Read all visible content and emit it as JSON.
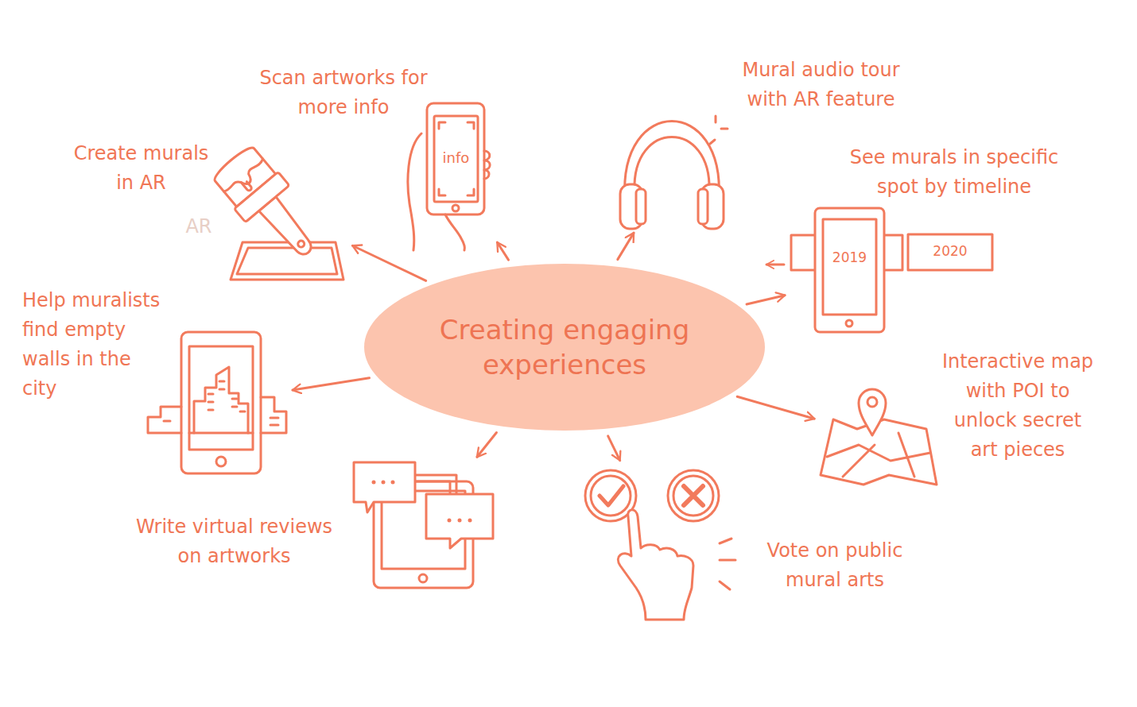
{
  "diagram": {
    "nodes": [
      {
        "text": [
          "Creating engaging experiences"
        ]
      },
      {
        "text": [
          "Create murals in AR"
        ]
      },
      {
        "text": [
          "Scan artworks for more info"
        ]
      },
      {
        "text": [
          "Mural audio tour with AR feature"
        ]
      },
      {
        "text": [
          "See murals in specific spot by timeline"
        ]
      },
      {
        "text": [
          "Help muralists find empty walls in the city"
        ]
      },
      {
        "text": [
          "Interactive map with POI to unlock secret art pieces"
        ]
      },
      {
        "text": [
          "Write virtual reviews on artworks"
        ]
      },
      {
        "text": [
          "Vote on public mural arts"
        ]
      }
    ],
    "edges": [
      {
        "from": 0,
        "to": 1,
        "arrow": "to"
      },
      {
        "from": 0,
        "to": 2,
        "arrow": "to"
      },
      {
        "from": 0,
        "to": 3,
        "arrow": "to"
      },
      {
        "from": 0,
        "to": 4,
        "arrow": "to"
      },
      {
        "from": 0,
        "to": 5,
        "arrow": "to"
      },
      {
        "from": 0,
        "to": 6,
        "arrow": "to"
      },
      {
        "from": 0,
        "to": 7,
        "arrow": "to"
      },
      {
        "from": 0,
        "to": 8,
        "arrow": "to"
      }
    ],
    "labels": [
      "AR",
      "info",
      "2019",
      "2020"
    ]
  }
}
